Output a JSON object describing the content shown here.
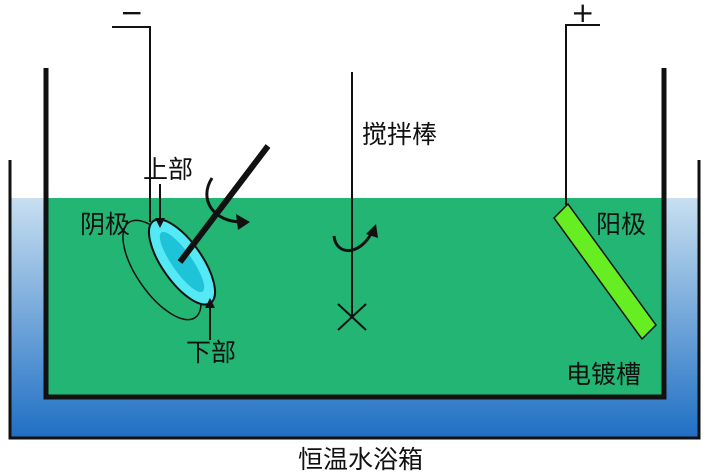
{
  "labels": {
    "cathode": "阴极",
    "anode": "阳极",
    "stirrer": "搅拌棒",
    "upper_part": "上部",
    "lower_part": "下部",
    "plating_tank": "电镀槽",
    "water_bath": "恒温水浴箱"
  },
  "terminals": {
    "negative": "−",
    "positive": "+"
  },
  "colors": {
    "electrolyte": "#22b573",
    "anode_plate": "#66ee22",
    "cathode_face": "#55e8f5",
    "water_top": "#c8dff0",
    "water_bottom": "#1f6fc4"
  }
}
